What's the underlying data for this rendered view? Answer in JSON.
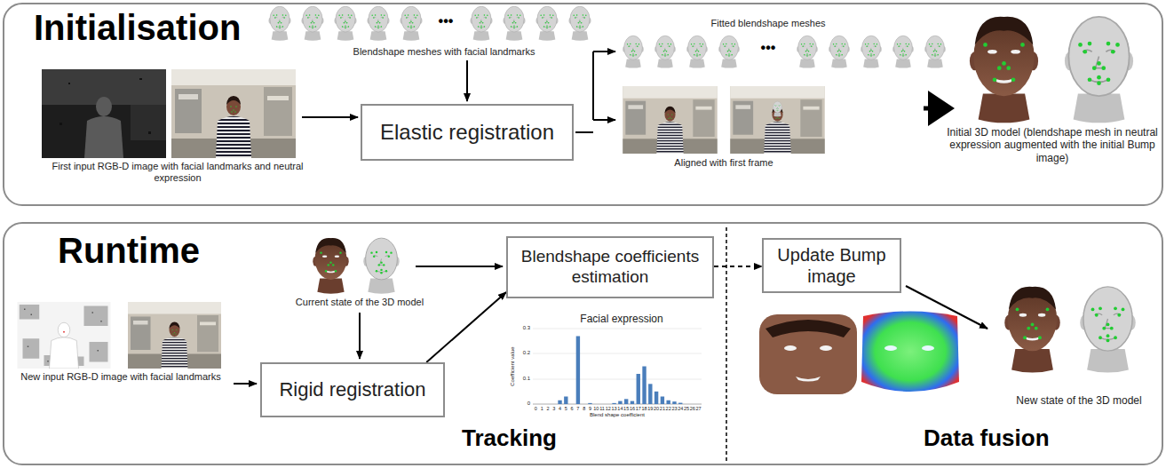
{
  "diagram": {
    "nodes": [
      {
        "text": [
          "Initialisation"
        ]
      },
      {
        "text": [
          "Elastic registration"
        ],
        "in": 0
      },
      {
        "text": [
          "Runtime"
        ]
      },
      {
        "text": [
          "Rigid registration"
        ],
        "in": 2
      },
      {
        "text": [
          "Blendshape coefficients estimation"
        ],
        "in": 2
      },
      {
        "text": [
          "Update Bump image"
        ],
        "in": 2
      }
    ],
    "edges": [
      {
        "from": 3,
        "to": 4,
        "arrow": "to"
      },
      {
        "from": 4,
        "to": 5,
        "arrow": "to"
      }
    ],
    "labels": [
      "Blendshape meshes with facial landmarks",
      "•••",
      "First input RGB-D image with facial landmarks and neutral expression",
      "Fitted blendshape meshes",
      "•••",
      "Aligned with first frame",
      "Initial 3D model (blendshape mesh in neutral expression augmented with the initial Bump image)",
      "Current state of the 3D model",
      "New input RGB-D image with facial landmarks",
      "Facial expression",
      "Coefficient value",
      "Blend shape coefficient",
      "Tracking",
      "New state of the 3D model",
      "Data fusion",
      "0.3",
      "0.2",
      "0.1",
      "0",
      "0",
      "1",
      "2",
      "3",
      "4",
      "5",
      "6",
      "7",
      "8",
      "9",
      "10",
      "11",
      "12",
      "13",
      "14",
      "15",
      "16",
      "17",
      "18",
      "19",
      "20",
      "21",
      "22",
      "23",
      "24",
      "25",
      "26",
      "27"
    ]
  }
}
